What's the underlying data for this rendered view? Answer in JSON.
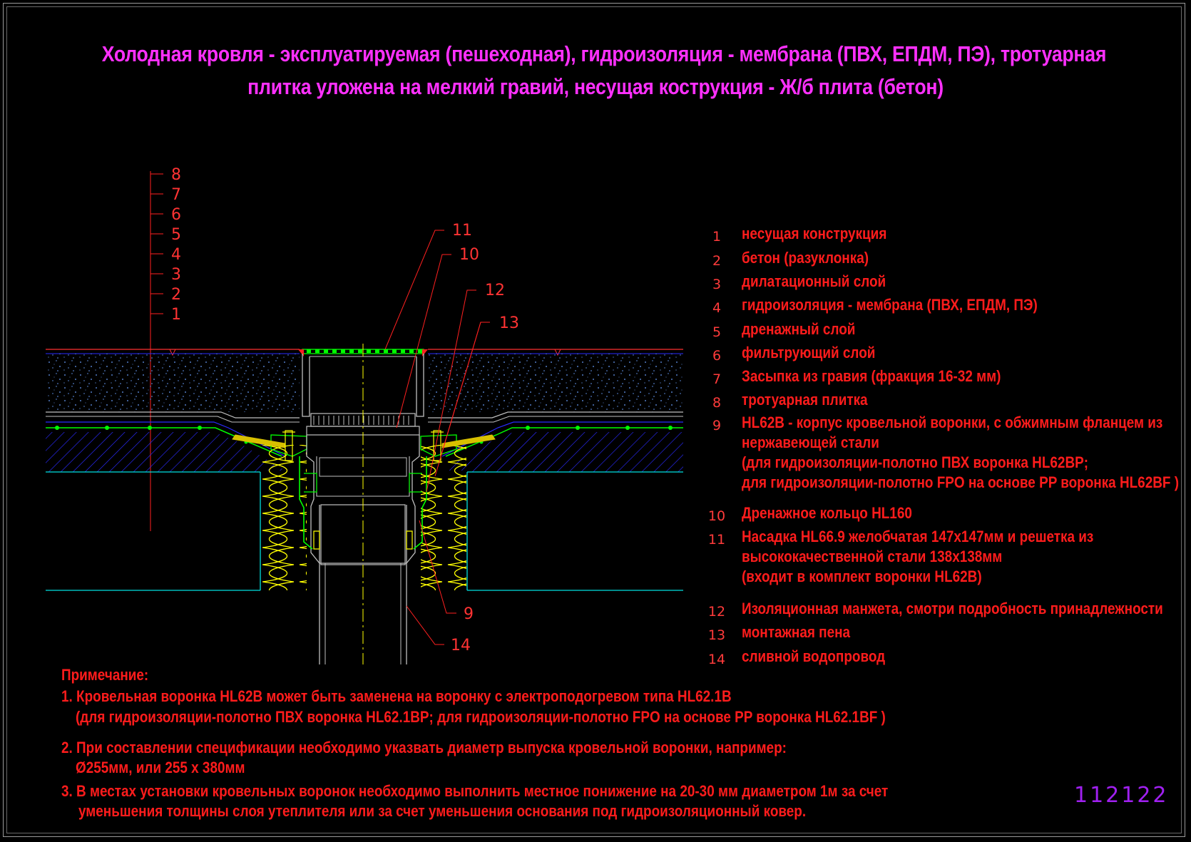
{
  "title": {
    "line1": "Холодная кровля - эксплуатируемая (пешеходная), гидроизоляция  - мембрана (ПВХ, ЕПДМ, ПЭ), тротуарная",
    "line2": "плитка уложена на мелкий гравий, несущая кострукция - Ж/б плита (бетон)"
  },
  "layer_scale": [
    "8",
    "7",
    "6",
    "5",
    "4",
    "3",
    "2",
    "1"
  ],
  "callouts": [
    "11",
    "10",
    "12",
    "13",
    "9",
    "14"
  ],
  "legend": [
    {
      "num": "1",
      "lines": [
        "несущая конструкция"
      ]
    },
    {
      "num": "2",
      "lines": [
        "бетон (разуклонка)"
      ]
    },
    {
      "num": "3",
      "lines": [
        "дилатационный слой"
      ]
    },
    {
      "num": "4",
      "lines": [
        "гидроизоляция - мембрана (ПВХ, ЕПДМ, ПЭ)"
      ]
    },
    {
      "num": "5",
      "lines": [
        "дренажный слой"
      ]
    },
    {
      "num": "6",
      "lines": [
        "фильтрующий слой"
      ]
    },
    {
      "num": "7",
      "lines": [
        "Засыпка из гравия (фракция 16-32 мм)"
      ]
    },
    {
      "num": "8",
      "lines": [
        "тротуарная плитка"
      ]
    },
    {
      "num": "9",
      "lines": [
        "HL62B - корпус кровельной воронки, с обжимным фланцем из",
        "нержавеющей стали",
        " (для гидроизоляции-полотно ПВХ  воронка HL62BP;",
        " для гидроизоляции-полотно FPO на основе PP воронка HL62BF )"
      ]
    },
    {
      "num": "10",
      "lines": [
        "Дренажное кольцо HL160"
      ]
    },
    {
      "num": "11",
      "lines": [
        "Насадка HL66.9 желобчатая 147x147мм и решетка из",
        "высококачественной стали 138x138мм",
        "(входит в комплект воронки HL62B)"
      ]
    },
    {
      "num": "12",
      "lines": [
        "Изоляционная  манжета, смотри подробность принадлежности"
      ]
    },
    {
      "num": "13",
      "lines": [
        "монтажная пена"
      ]
    },
    {
      "num": "14",
      "lines": [
        "сливной водопровод"
      ]
    }
  ],
  "notes": {
    "heading": "Примечание:",
    "n1_a": "1. Кровельная воронка HL62B может быть заменена на воронку с электроподогревом типа HL62.1B",
    "n1_b": "(для гидроизоляции-полотно ПВХ  воронка HL62.1BP; для гидроизоляции-полотно FPO на основе PP воронка HL62.1BF )",
    "n2_a": "2. При составлении спецификации необходимо указвать диаметр выпуска кровельной воронки, например:",
    "n2_b": "Ø255мм, или 255 х 380мм",
    "n3_a": "3. В местах установки кровельных воронок необходимо выполнить местное понижение на 20-30 мм диаметром 1м за счет",
    "n3_b": "уменьшения толщины слоя утеплителя или за счет уменьшения основания под гидроизоляционный ковер."
  },
  "drawing_code": "112122",
  "colors": {
    "title": "#ff30ff",
    "text_red": "#ff1c1c",
    "code": "#a020f0",
    "leader": "#ff2020",
    "membrane": "#00ff00",
    "insulation": "#ffff00",
    "hatch": "#2020ff",
    "pipe": "#c0c0c0",
    "concrete_line": "#00e0e0"
  }
}
